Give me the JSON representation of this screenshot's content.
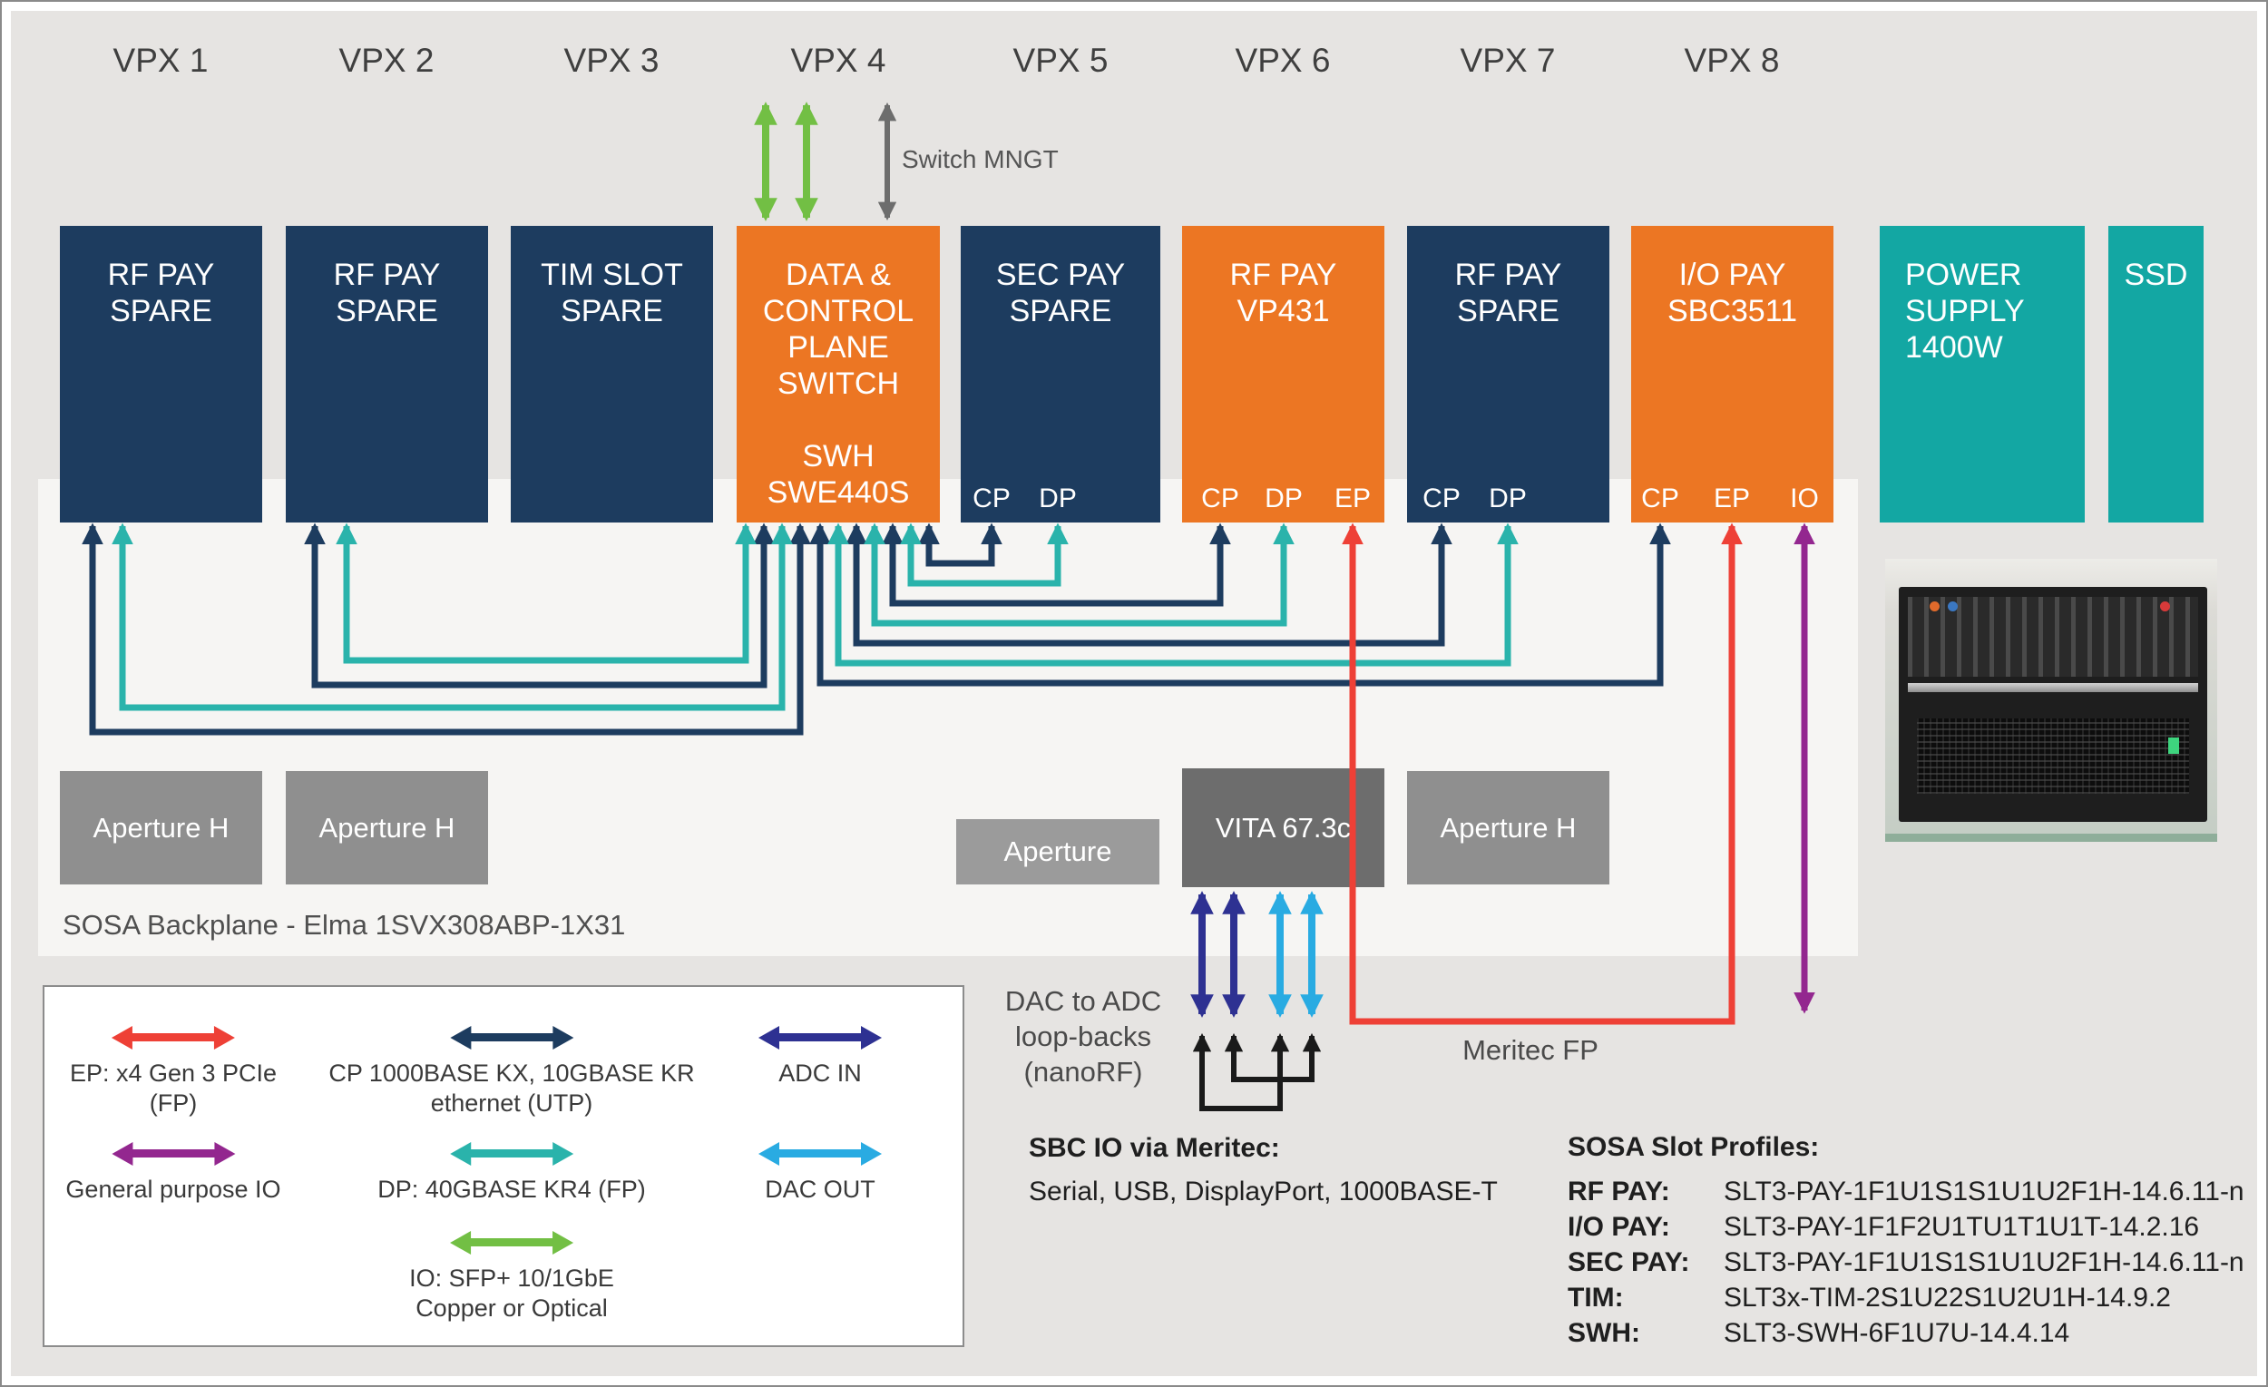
{
  "slots": [
    {
      "label": "VPX 1",
      "title": "RF PAY\nSPARE",
      "ports": []
    },
    {
      "label": "VPX 2",
      "title": "RF PAY\nSPARE",
      "ports": []
    },
    {
      "label": "VPX 3",
      "title": "TIM SLOT\nSPARE",
      "ports": []
    },
    {
      "label": "VPX 4",
      "title": "DATA &\nCONTROL\nPLANE\nSWITCH\n\nSWH\nSWE440S",
      "ports": []
    },
    {
      "label": "VPX 5",
      "title": "SEC PAY\nSPARE",
      "ports": [
        "CP",
        "DP"
      ]
    },
    {
      "label": "VPX 6",
      "title": "RF PAY\nVP431",
      "ports": [
        "CP",
        "DP",
        "EP"
      ]
    },
    {
      "label": "VPX 7",
      "title": "RF PAY\nSPARE",
      "ports": [
        "CP",
        "DP"
      ]
    },
    {
      "label": "VPX 8",
      "title": "I/O PAY\nSBC3511",
      "ports": [
        "CP",
        "EP",
        "IO"
      ]
    }
  ],
  "power": {
    "title": "POWER\nSUPPLY\n1400W"
  },
  "ssd": {
    "title": "SSD"
  },
  "backplane": {
    "label": "SOSA Backplane - Elma 1SVX308ABP-1X31"
  },
  "blocks": {
    "aperture_h": "Aperture H",
    "aperture": "Aperture",
    "vita": "VITA 67.3c"
  },
  "annotations": {
    "switch_mngt": "Switch MNGT",
    "dac_loopback": "DAC to ADC\nloop-backs\n(nanoRF)",
    "meritec": "Meritec FP",
    "sbc_io_title": "SBC IO via Meritec:",
    "sbc_io_body": "Serial, USB, DisplayPort, 1000BASE-T"
  },
  "legend": {
    "ep": "EP: x4 Gen 3 PCIe\n(FP)",
    "cp": "CP 1000BASE KX, 10GBASE KR\nethernet (UTP)",
    "adc": "ADC IN",
    "gpio": "General purpose IO",
    "dp": "DP: 40GBASE KR4 (FP)",
    "dac": "DAC OUT",
    "io": "IO: SFP+ 10/1GbE\nCopper or Optical"
  },
  "profiles": {
    "title": "SOSA Slot Profiles:",
    "rows": [
      {
        "label": "RF PAY:",
        "value": "SLT3-PAY-1F1U1S1S1U1U2F1H-14.6.11-n"
      },
      {
        "label": "I/O PAY:",
        "value": "SLT3-PAY-1F1F2U1TU1T1U1T-14.2.16"
      },
      {
        "label": "SEC PAY:",
        "value": "SLT3-PAY-1F1U1S1S1U1U2F1H-14.6.11-n"
      },
      {
        "label": "TIM:",
        "value": "SLT3x-TIM-2S1U22S1U2U1H-14.9.2"
      },
      {
        "label": "SWH:",
        "value": "SLT3-SWH-6F1U7U-14.4.14"
      }
    ]
  },
  "colors": {
    "slot_navy": "#1d3c5f",
    "slot_orange": "#ec7623",
    "slot_teal": "#13a7a3",
    "block_gray": "#8f8f8f",
    "vita_gray": "#6d6d6d",
    "cp_line": "#1d3c5f",
    "dp_line": "#2ab3ab",
    "ep_line": "#ee4036",
    "gpio_line": "#93278f",
    "adc_line": "#2e3192",
    "dac_line": "#29abe2",
    "io_line": "#72bf44",
    "mngt_line": "#6d6d6d",
    "loopback_line": "#1a1a1a"
  }
}
